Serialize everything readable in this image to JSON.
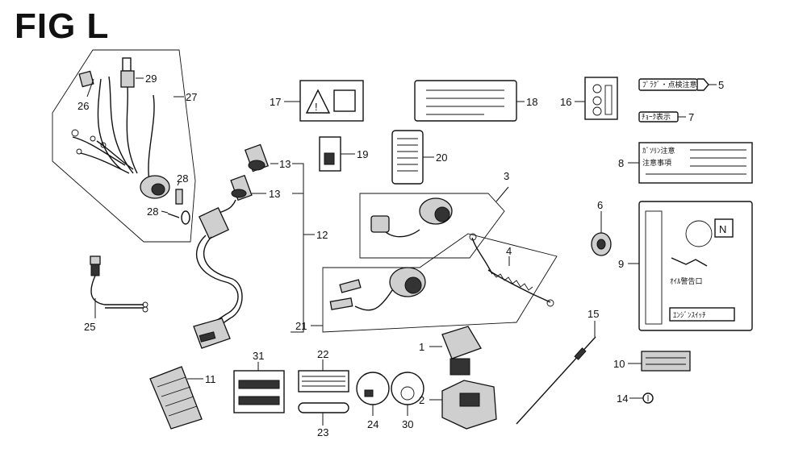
{
  "figure": {
    "title": "FIG L",
    "callouts": [
      "1",
      "2",
      "3",
      "4",
      "5",
      "6",
      "7",
      "8",
      "9",
      "10",
      "11",
      "12",
      "13",
      "13",
      "14",
      "15",
      "16",
      "17",
      "18",
      "19",
      "20",
      "21",
      "22",
      "23",
      "24",
      "25",
      "26",
      "27",
      "28",
      "28",
      "29",
      "30",
      "31"
    ],
    "label_texts": {
      "label5": "ﾌﾟﾗｸﾞ・点検注意",
      "label7": "ﾁｮｰｸ表示",
      "label8a": "ｶﾞｿﾘﾝ注意",
      "label8b": "注意事項",
      "label9a": "ｵｲﾙ警告口",
      "label9b": "ｴﾝｼﾞﾝｽｲｯﾁ",
      "label9c": "N"
    }
  }
}
